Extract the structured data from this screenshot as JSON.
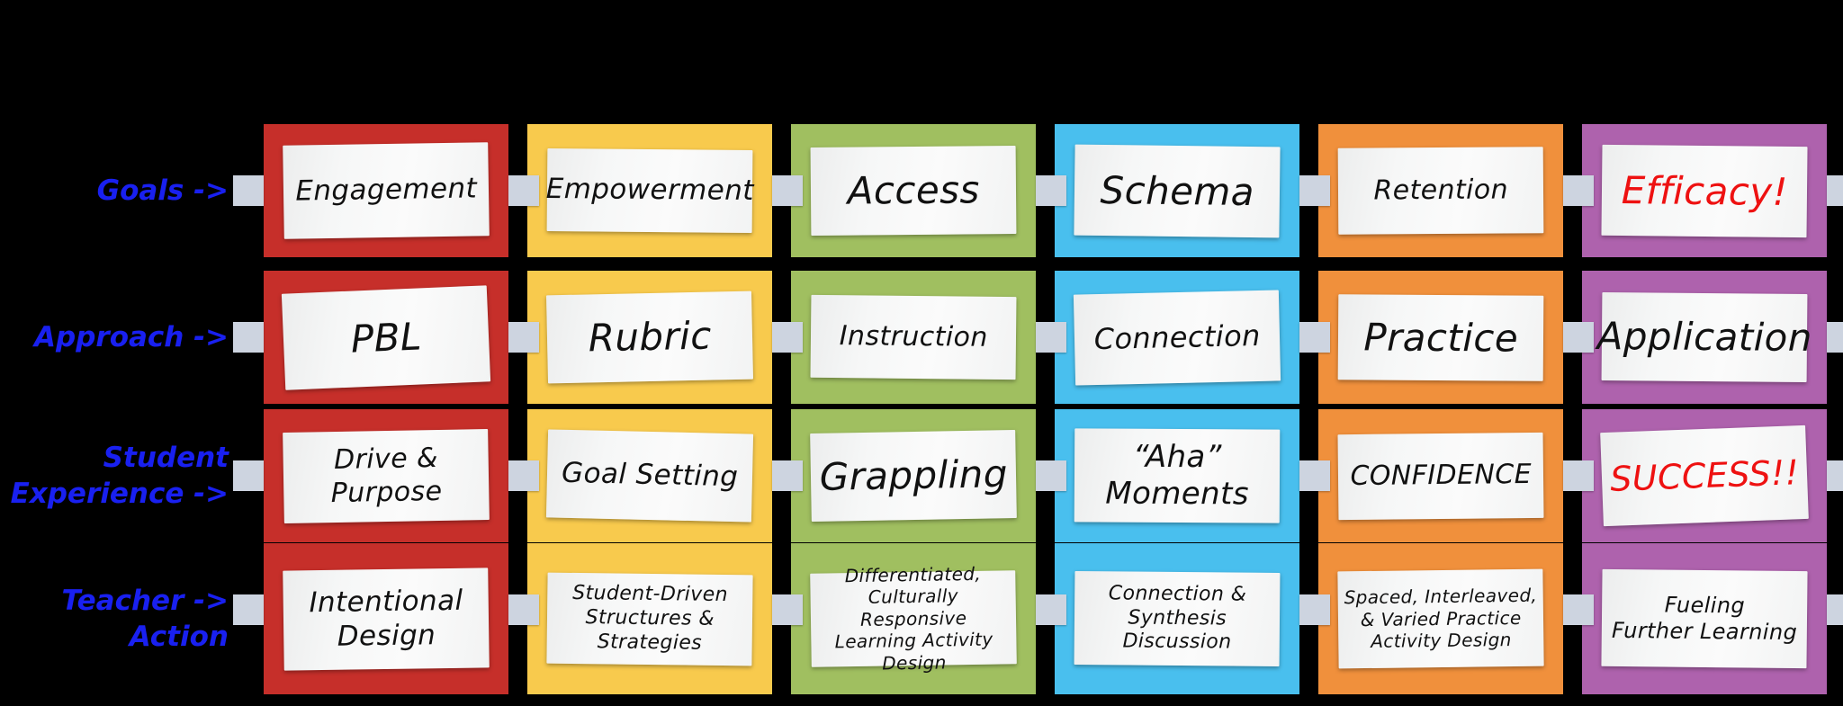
{
  "background_color": "#000000",
  "row_label_color": "#1920f0",
  "connector_color": "#cdd4e0",
  "paper_color": "#f6f7f7",
  "highlight_text_color": "#ee1111",
  "row_labels": [
    {
      "id": "goals",
      "text": "Goals ->"
    },
    {
      "id": "approach",
      "text": "Approach ->"
    },
    {
      "id": "student-experience",
      "text": "Student\nExperience ->"
    },
    {
      "id": "teacher-action",
      "text": "Teacher ->\nAction"
    }
  ],
  "columns": [
    {
      "id": "col-1",
      "color": "#c62f2a"
    },
    {
      "id": "col-2",
      "color": "#f8ca4d"
    },
    {
      "id": "col-3",
      "color": "#a0bf60"
    },
    {
      "id": "col-4",
      "color": "#49bfee"
    },
    {
      "id": "col-5",
      "color": "#f0903c"
    },
    {
      "id": "col-6",
      "color": "#ae62ad"
    }
  ],
  "grid": [
    {
      "row": "goals",
      "cells": [
        {
          "text": "Engagement",
          "size": 31,
          "color": "#111111"
        },
        {
          "text": "Empowerment",
          "size": 31,
          "color": "#111111"
        },
        {
          "text": "Access",
          "size": 42,
          "color": "#111111"
        },
        {
          "text": "Schema",
          "size": 42,
          "color": "#111111"
        },
        {
          "text": "Retention",
          "size": 30,
          "color": "#111111"
        },
        {
          "text": "Efficacy!",
          "size": 42,
          "color": "#ee1111"
        }
      ]
    },
    {
      "row": "approach",
      "cells": [
        {
          "text": "PBL",
          "size": 42,
          "color": "#111111"
        },
        {
          "text": "Rubric",
          "size": 42,
          "color": "#111111"
        },
        {
          "text": "Instruction",
          "size": 30,
          "color": "#111111"
        },
        {
          "text": "Connection",
          "size": 32,
          "color": "#111111"
        },
        {
          "text": "Practice",
          "size": 42,
          "color": "#111111"
        },
        {
          "text": "Application",
          "size": 42,
          "color": "#111111"
        }
      ]
    },
    {
      "row": "student-experience",
      "cells": [
        {
          "text": "Drive & Purpose",
          "size": 30,
          "color": "#111111"
        },
        {
          "text": "Goal Setting",
          "size": 31,
          "color": "#111111"
        },
        {
          "text": "Grappling",
          "size": 42,
          "color": "#111111"
        },
        {
          "text": "“Aha”\nMoments",
          "size": 34,
          "color": "#111111"
        },
        {
          "text": "CONFIDENCE",
          "size": 30,
          "color": "#111111"
        },
        {
          "text": "SUCCESS!!",
          "size": 38,
          "color": "#ee1111"
        }
      ]
    },
    {
      "row": "teacher-action",
      "cells": [
        {
          "text": "Intentional\nDesign",
          "size": 31,
          "color": "#111111"
        },
        {
          "text": "Student-Driven\nStructures & Strategies",
          "size": 22,
          "color": "#111111"
        },
        {
          "text": "Differentiated,\nCulturally Responsive\nLearning Activity Design",
          "size": 20,
          "color": "#111111"
        },
        {
          "text": "Connection &\nSynthesis Discussion",
          "size": 22,
          "color": "#111111"
        },
        {
          "text": "Spaced, Interleaved,\n& Varied Practice\nActivity Design",
          "size": 20,
          "color": "#111111"
        },
        {
          "text": "Fueling\nFurther Learning",
          "size": 24,
          "color": "#111111"
        }
      ]
    }
  ]
}
